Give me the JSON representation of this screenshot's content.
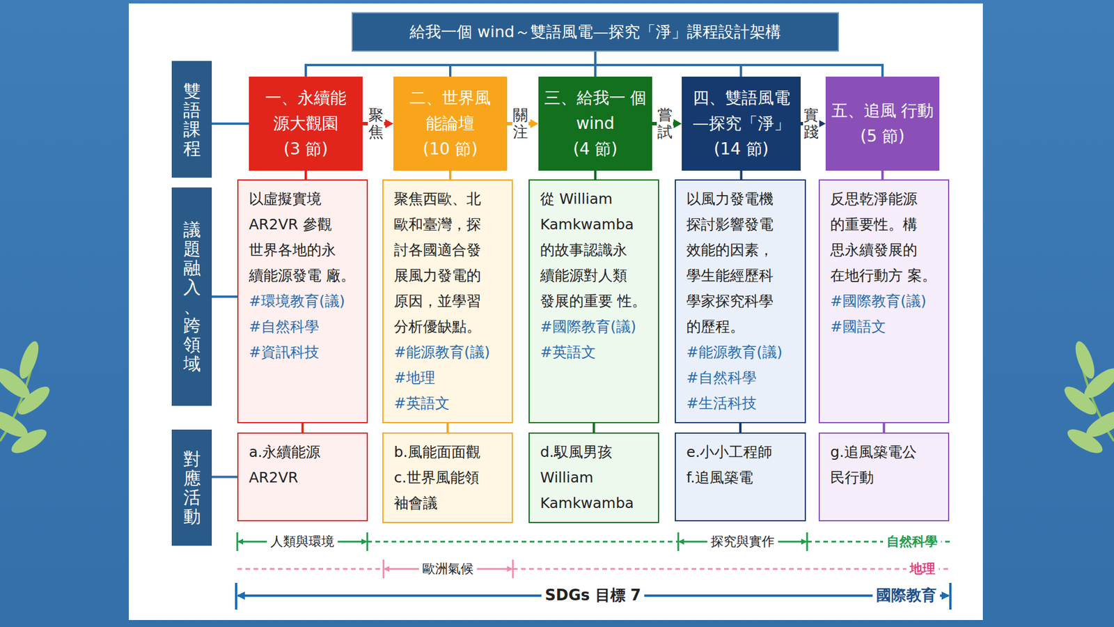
{
  "diagram": {
    "title": "給我一個 wind～雙語風電—探究「淨」課程設計架構",
    "nodes": [
      {
        "text": [
          "雙語課程"
        ]
      },
      {
        "text": [
          "議題融入、跨領域"
        ]
      },
      {
        "text": [
          "對應活動"
        ]
      },
      {
        "text": [
          "一、永續能 源大觀園",
          "(3 節)"
        ]
      },
      {
        "text": [
          "二、世界風 能論壇",
          "(10 節)"
        ]
      },
      {
        "text": [
          "三、給我一 個 wind",
          "(4 節)"
        ]
      },
      {
        "text": [
          "四、雙語風電 —探究「淨」",
          "(14 節)"
        ]
      },
      {
        "text": [
          "五、追風 行動",
          "(5 節)"
        ]
      },
      {
        "text": [
          "以虛擬實境 AR2VR 參觀 世界各地的永 續能源發電 廠。",
          "#環境教育(議)",
          "#自然科學",
          "#資訊科技"
        ]
      },
      {
        "text": [
          "聚焦西歐、北 歐和臺灣，探 討各國適合發 展風力發電的 原因，並學習 分析優缺點。",
          "#能源教育(議)",
          "#地理",
          "#英語文"
        ]
      },
      {
        "text": [
          "從 William Kamkwamba 的故事認識永 續能源對人類 發展的重要 性。",
          "#國際教育(議)",
          "#英語文"
        ]
      },
      {
        "text": [
          "以風力發電機 探討影響發電 效能的因素， 學生能經歷科 學家探究科學 的歷程。",
          "#能源教育(議)",
          "#自然科學",
          "#生活科技"
        ]
      },
      {
        "text": [
          "反思乾淨能源 的重要性。構 思永續發展的 在地行動方 案。",
          "#國際教育(議)",
          "#國語文"
        ]
      },
      {
        "text": [
          "a.永續能源 AR2VR"
        ]
      },
      {
        "text": [
          "b.風能面面觀",
          "c.世界風能領 袖會議"
        ]
      },
      {
        "text": [
          "d.馭風男孩 William Kamkwamba"
        ]
      },
      {
        "text": [
          "e.小小工程師",
          "f.追風築電"
        ]
      },
      {
        "text": [
          "g.追風築電公 民行動"
        ]
      }
    ],
    "edges": [
      {
        "from": 0,
        "to": 3,
        "arrow": "none"
      },
      {
        "from": 1,
        "to": 8,
        "arrow": "none"
      },
      {
        "from": 2,
        "to": 13,
        "arrow": "none"
      },
      {
        "from": 3,
        "to": 4,
        "label": "聚焦",
        "arrow": "to"
      },
      {
        "from": 4,
        "to": 5,
        "label": "關注",
        "arrow": "to"
      },
      {
        "from": 5,
        "to": 6,
        "label": "嘗試",
        "arrow": "to"
      },
      {
        "from": 6,
        "to": 7,
        "label": "實踐",
        "arrow": "to"
      },
      {
        "from": 3,
        "to": 8,
        "arrow": "none"
      },
      {
        "from": 4,
        "to": 9,
        "arrow": "none"
      },
      {
        "from": 5,
        "to": 10,
        "arrow": "none"
      },
      {
        "from": 6,
        "to": 11,
        "arrow": "none"
      },
      {
        "from": 7,
        "to": 12,
        "arrow": "none"
      },
      {
        "from": 8,
        "to": 13,
        "arrow": "none"
      },
      {
        "from": 9,
        "to": 14,
        "arrow": "none"
      },
      {
        "from": 10,
        "to": 15,
        "arrow": "none"
      },
      {
        "from": 11,
        "to": 16,
        "arrow": "none"
      },
      {
        "from": 12,
        "to": 17,
        "arrow": "none"
      }
    ],
    "labels": [
      "人類與環境",
      "探究與實作",
      "自然科學",
      "歐洲氣候",
      "地理",
      "SDGs 目標 7",
      "國際教育"
    ]
  }
}
